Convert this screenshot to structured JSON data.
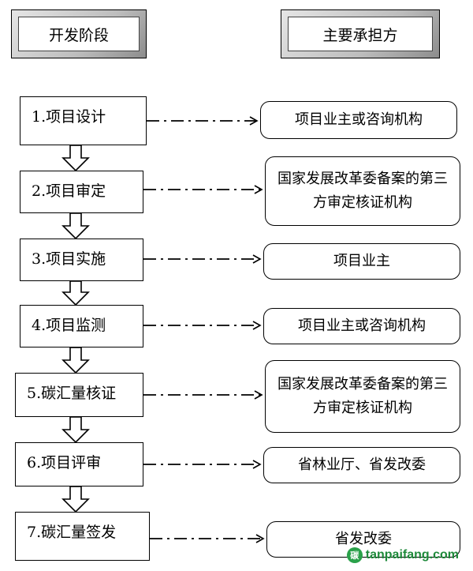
{
  "headers": {
    "stage": "开发阶段",
    "party": "主要承担方"
  },
  "stages": [
    {
      "label": "1.项目设计",
      "party": "项目业主或咨询机构"
    },
    {
      "label": "2.项目审定",
      "party": "国家发展改革委备案的第三方审定核证机构"
    },
    {
      "label": "3.项目实施",
      "party": "项目业主"
    },
    {
      "label": "4.项目监测",
      "party": "项目业主或咨询机构"
    },
    {
      "label": "5.碳汇量核证",
      "party": "国家发展改革委备案的第三方审定核证机构"
    },
    {
      "label": "6.项目评审",
      "party": "省林业厅、省发改委"
    },
    {
      "label": "7.碳汇量签发",
      "party": "省发改委"
    }
  ],
  "watermark": {
    "logo_text": "碳",
    "text": "tanpaifang.com",
    "color": "#1f8a3b",
    "logo_color": "#2aa14a"
  }
}
